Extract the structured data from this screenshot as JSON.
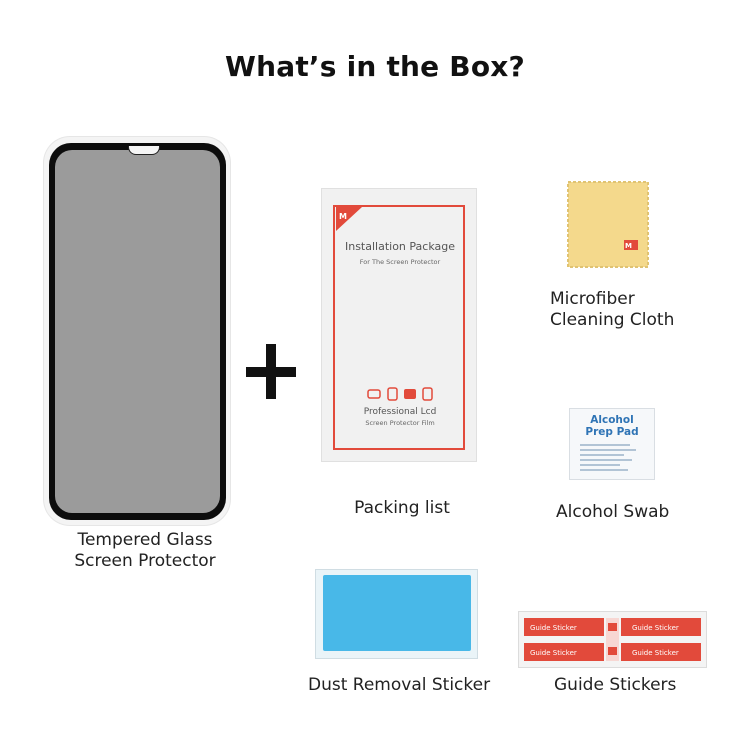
{
  "page": {
    "title": "What’s in the Box?"
  },
  "items": [
    {
      "label_line1": "Tempered Glass",
      "label_line2": "Screen Protector"
    },
    {
      "label": "Packing list",
      "package_title": "Installation Package",
      "package_subtitle": "For The Screen Protector",
      "package_bottom_title": "Professional Lcd",
      "package_bottom_subtitle": "Screen Protector Film"
    },
    {
      "label_line1": "Microfiber",
      "label_line2": "Cleaning Cloth"
    },
    {
      "label": "Alcohol Swab",
      "pad_line1": "Alcohol",
      "pad_line2": "Prep Pad"
    },
    {
      "label": "Dust Removal Sticker"
    },
    {
      "label": "Guide Stickers",
      "sticker_text": "Guide Sticker"
    }
  ],
  "colors": {
    "accent_red": "#e24a3b",
    "dust_blue": "#48b8e8",
    "cloth_yellow": "#f4d98c",
    "glass_gray": "#9b9b9b"
  },
  "icons": [
    "plus-icon",
    "brand-logo-icon"
  ]
}
